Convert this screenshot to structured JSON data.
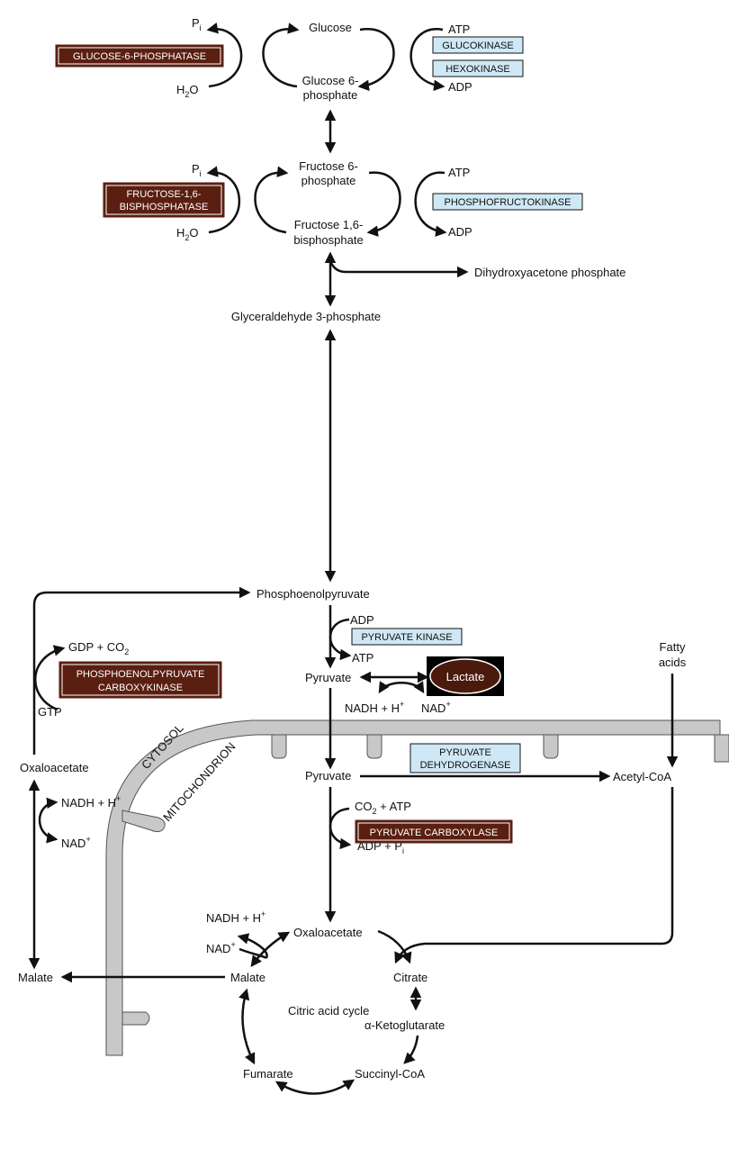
{
  "colors": {
    "gluconeogenic_enzyme_fill": "#5a1f10",
    "glycolytic_enzyme_fill": "#cfe8f5",
    "membrane_fill": "#c8c8c8",
    "line": "#111111",
    "lactate_bg": "#000000"
  },
  "metabolites": {
    "glucose": "Glucose",
    "glucose6p_1": "Glucose 6-",
    "glucose6p_2": "phosphate",
    "fructose6p_1": "Fructose 6-",
    "fructose6p_2": "phosphate",
    "fructose16bp_1": "Fructose 1,6-",
    "fructose16bp_2": "bisphosphate",
    "dhap": "Dihydroxyacetone phosphate",
    "g3p": "Glyceraldehyde 3-phosphate",
    "pep": "Phosphoenolpyruvate",
    "pyruvate_cytosol": "Pyruvate",
    "lactate": "Lactate",
    "pyruvate_mito": "Pyruvate",
    "acetyl_coa": "Acetyl-CoA",
    "fatty_acids_1": "Fatty",
    "fatty_acids_2": "acids",
    "oxaloacetate_cytosol": "Oxaloacetate",
    "malate_cytosol": "Malate",
    "oxaloacetate_mito": "Oxaloacetate",
    "malate_mito": "Malate",
    "citrate": "Citrate",
    "akg": "α-Ketoglutarate",
    "succinyl_coa": "Succinyl-CoA",
    "fumarate": "Fumarate"
  },
  "cofactors": {
    "pi_1": "P",
    "pi_1_sub": "i",
    "h2o_1": "H",
    "h2o_1_sub": "2",
    "h2o_1_tail": "O",
    "atp_1": "ATP",
    "adp_1": "ADP",
    "pi_2": "P",
    "pi_2_sub": "i",
    "h2o_2": "H",
    "h2o_2_sub": "2",
    "h2o_2_tail": "O",
    "atp_2": "ATP",
    "adp_2": "ADP",
    "adp_pk": "ADP",
    "atp_pk": "ATP",
    "gdp_co2": "GDP + CO",
    "gdp_co2_sub": "2",
    "gtp": "GTP",
    "nadh_lactate": "NADH + H",
    "nadh_lactate_sup": "+",
    "nad_lactate": "NAD",
    "nad_lactate_sup": "+",
    "co2_atp": "CO",
    "co2_atp_sub": "2",
    "co2_atp_tail": " + ATP",
    "adp_pi": "ADP + P",
    "adp_pi_sub": "i",
    "nadh_cyt": "NADH + H",
    "nadh_cyt_sup": "+",
    "nad_cyt": "NAD",
    "nad_cyt_sup": "+",
    "nadh_mito": "NADH + H",
    "nadh_mito_sup": "+",
    "nad_mito": "NAD",
    "nad_mito_sup": "+"
  },
  "enzymes": {
    "g6pase": "GLUCOSE-6-PHOSPHATASE",
    "glucokinase": "GLUCOKINASE",
    "hexokinase": "HEXOKINASE",
    "fbpase_1": "FRUCTOSE-1,6-",
    "fbpase_2": "BISPHOSPHATASE",
    "pfk": "PHOSPHOFRUCTOKINASE",
    "pyruvate_kinase": "PYRUVATE KINASE",
    "pepck_1": "PHOSPHOENOLPYRUVATE",
    "pepck_2": "CARBOXYKINASE",
    "pdh_1": "PYRUVATE",
    "pdh_2": "DEHYDROGENASE",
    "pc": "PYRUVATE CARBOXYLASE"
  },
  "compartments": {
    "cytosol": "CYTOSOL",
    "mitochondrion": "MITOCHONDRION"
  },
  "cycle": {
    "label": "Citric acid cycle"
  }
}
